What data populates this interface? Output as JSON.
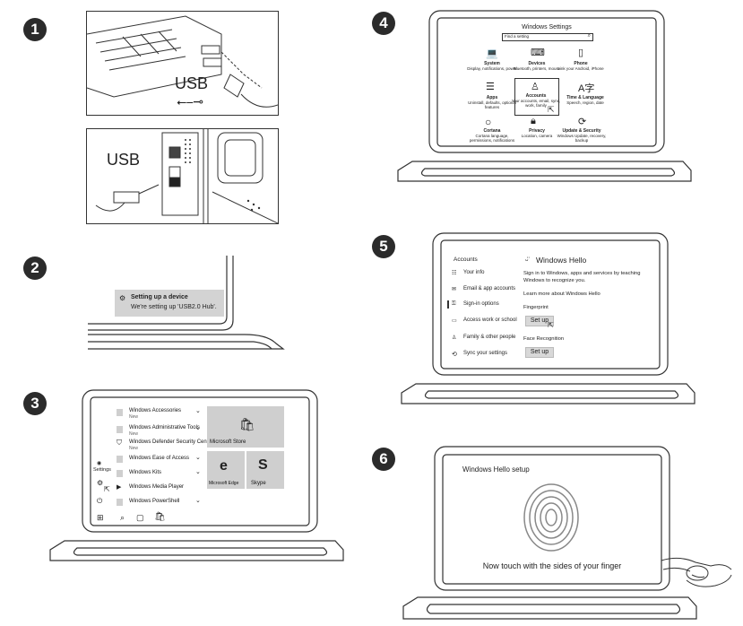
{
  "steps": [
    "1",
    "2",
    "3",
    "4",
    "5",
    "6"
  ],
  "step1": {
    "usb_label_top": "USB",
    "usb_label_bottom": "USB"
  },
  "step2": {
    "notif_title": "Setting up a device",
    "notif_body": "We're setting up 'USB2.0 Hub'."
  },
  "step3": {
    "menu_items": [
      {
        "label": "Windows Accessories",
        "sub": "New"
      },
      {
        "label": "Windows Administrative Tools",
        "sub": "New"
      },
      {
        "label": "Windows Defender Security Center",
        "sub": "New"
      },
      {
        "label": "Windows Ease of Access",
        "sub": ""
      },
      {
        "label": "Windows Kits",
        "sub": ""
      },
      {
        "label": "Windows Media Player",
        "sub": ""
      },
      {
        "label": "Windows PowerShell",
        "sub": ""
      }
    ],
    "settings_label": "Settings",
    "tiles": {
      "store": "Microsoft Store",
      "edge": "Microsoft Edge",
      "skype": "Skype"
    }
  },
  "step4": {
    "window_title": "Windows Settings",
    "search_placeholder": "Find a setting",
    "items": [
      {
        "name": "System",
        "desc": "Display, notifications, power"
      },
      {
        "name": "Devices",
        "desc": "Bluetooth, printers, mouse"
      },
      {
        "name": "Phone",
        "desc": "Link your Android, iPhone"
      },
      {
        "name": "Apps",
        "desc": "Uninstall, defaults, optional features"
      },
      {
        "name": "Accounts",
        "desc": "Your accounts, email, sync, work, family"
      },
      {
        "name": "Time & Language",
        "desc": "Speech, region, date"
      },
      {
        "name": "Cortana",
        "desc": "Cortana language, permissions, notifications"
      },
      {
        "name": "Privacy",
        "desc": "Location, camera"
      },
      {
        "name": "Update & Security",
        "desc": "Windows Update, recovery, backup"
      }
    ]
  },
  "step5": {
    "sidebar_title": "Accounts",
    "sidebar_items": [
      "Your info",
      "Email & app accounts",
      "Sign-in options",
      "Access work or school",
      "Family & other people",
      "Sync your settings"
    ],
    "heading": "Windows Hello",
    "desc": "Sign in to Windows, apps and services by teaching Windows to recognize you.",
    "learn_more": "Learn more about Windows Hello",
    "fingerprint_label": "Fingerprint",
    "setup_button": "Set up",
    "face_label": "Face Recognition",
    "setup_button2": "Set up"
  },
  "step6": {
    "title": "Windows Hello setup",
    "instruction": "Now touch with the sides of your finger"
  }
}
